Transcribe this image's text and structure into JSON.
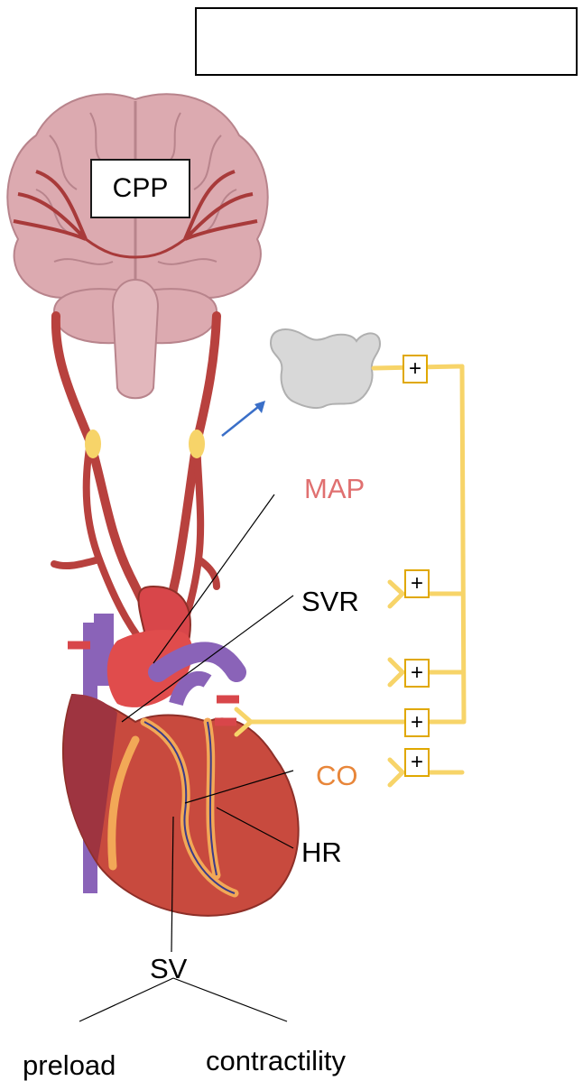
{
  "title_box_text": "",
  "brain_label": "CPP",
  "labels": {
    "map": "MAP",
    "svr": "SVR",
    "co": "CO",
    "hr": "HR",
    "sv": "SV",
    "preload": "preload",
    "contractility": "contractility"
  },
  "plus_signs": [
    "+",
    "+",
    "+",
    "+",
    "+"
  ],
  "colors": {
    "map": "#e07070",
    "co": "#e8863a",
    "text": "#000000",
    "nerve": "#f7d469",
    "plus_border": "#e0a800",
    "arrow": "#3a6fc8",
    "brain": "#d8a3a8",
    "artery": "#b8413e",
    "vein": "#8a63b8",
    "heart": "#c84a3e",
    "brainstem_nucleus": "#d8d8d8"
  },
  "icons": [
    "brain-illustration",
    "heart-illustration",
    "carotid-artery",
    "baroreceptor",
    "medulla-nucleus-icon",
    "arrow-icon"
  ]
}
